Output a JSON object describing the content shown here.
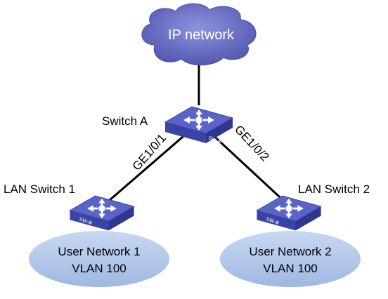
{
  "cloud": {
    "label": "IP network"
  },
  "switch_a": {
    "label": "Switch A",
    "badge": "SW-⊕"
  },
  "lan_switch_1": {
    "label": "LAN Switch 1",
    "badge": "SW-⊕"
  },
  "lan_switch_2": {
    "label": "LAN Switch 2",
    "badge": "SW-⊕"
  },
  "links": {
    "left_port": "GE1/0/1",
    "right_port": "GE1/0/2"
  },
  "user_network_1": {
    "name": "User Network 1",
    "vlan": "VLAN 100"
  },
  "user_network_2": {
    "name": "User Network 2",
    "vlan": "VLAN 100"
  },
  "colors": {
    "cloud_fill": "#6B6FC4",
    "switch_top": "#5A64C8",
    "switch_side": "#2E3690",
    "ellipse_fill": "#B6CBEA",
    "line": "#000000"
  }
}
